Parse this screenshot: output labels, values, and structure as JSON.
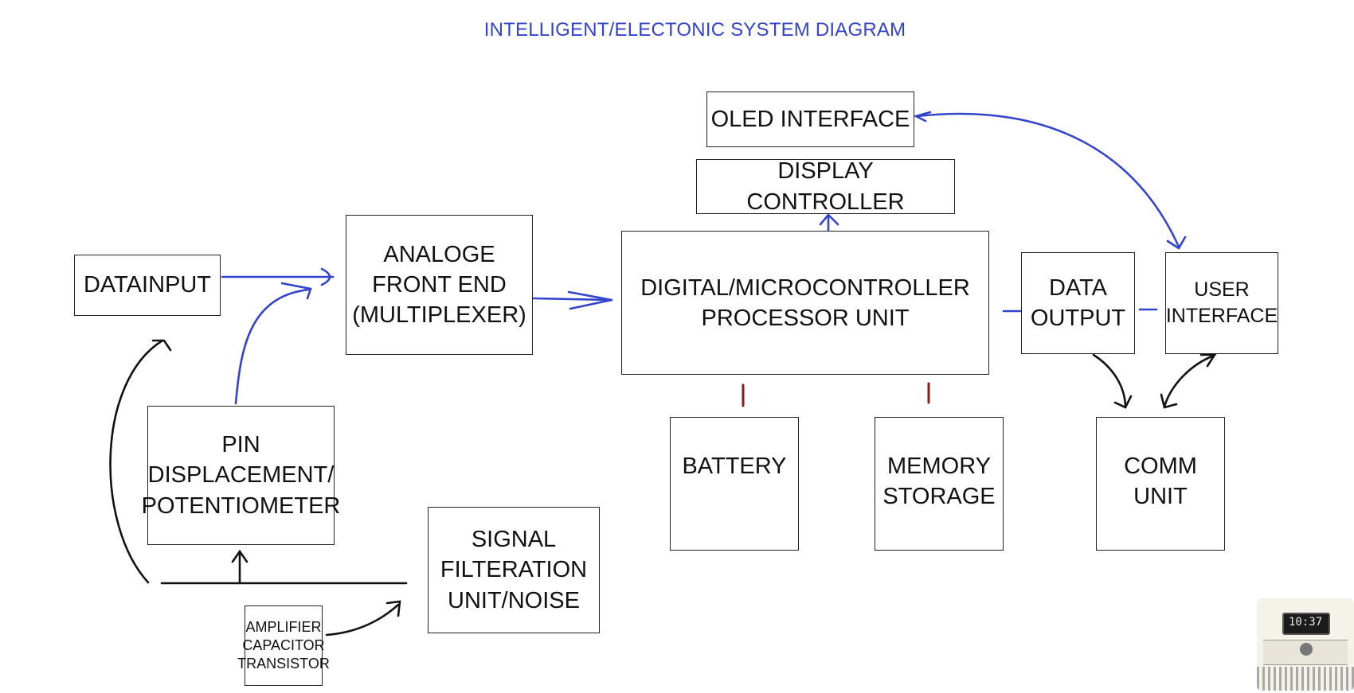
{
  "title": "INTELLIGENT/ELECTONIC SYSTEM DIAGRAM",
  "colors": {
    "title": "#3344cc",
    "arrow_blue": "#3344cc",
    "arrow_black": "#111111",
    "link_red": "#8b1a1a"
  },
  "nodes": {
    "datainput": "DATAINPUT",
    "afe": "ANALOGE\nFRONT END\n(MULTIPLEXER)",
    "pin": "PIN\nDISPLACEMENT/\nPOTENTIOMETER",
    "signal": "SIGNAL\nFILTERATION\nUNIT/NOISE",
    "amp": "AMPLIFIER\nCAPACITOR\nTRANSISTOR",
    "oled": "OLED INTERFACE",
    "display": "DISPLAY CONTROLLER",
    "mcu": "DIGITAL/MICROCONTROLLER\nPROCESSOR UNIT",
    "battery": "BATTERY",
    "memory": "MEMORY\nSTORAGE",
    "dataout": "DATA\nOUTPUT",
    "ui": "USER\nINTERFACE",
    "comm": "COMM\nUNIT"
  },
  "thumbnail": {
    "clock": "10:37"
  }
}
